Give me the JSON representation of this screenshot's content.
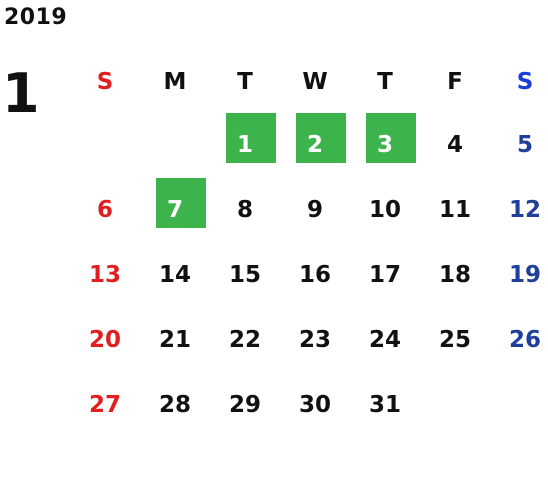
{
  "year": "2019",
  "month": "1",
  "weekdays": [
    "S",
    "M",
    "T",
    "W",
    "T",
    "F",
    "S"
  ],
  "colors": {
    "sunday": "#e02020",
    "saturday": "#1f3f9a",
    "saturday_header": "#1a3fd6",
    "highlight": "#3cb44b",
    "text": "#111111"
  },
  "weeks": [
    [
      "",
      "",
      "1",
      "2",
      "3",
      "4",
      "5"
    ],
    [
      "6",
      "7",
      "8",
      "9",
      "10",
      "11",
      "12"
    ],
    [
      "13",
      "14",
      "15",
      "16",
      "17",
      "18",
      "19"
    ],
    [
      "20",
      "21",
      "22",
      "23",
      "24",
      "25",
      "26"
    ],
    [
      "27",
      "28",
      "29",
      "30",
      "31",
      "",
      ""
    ]
  ],
  "highlighted_days": [
    "1",
    "2",
    "3",
    "7"
  ]
}
